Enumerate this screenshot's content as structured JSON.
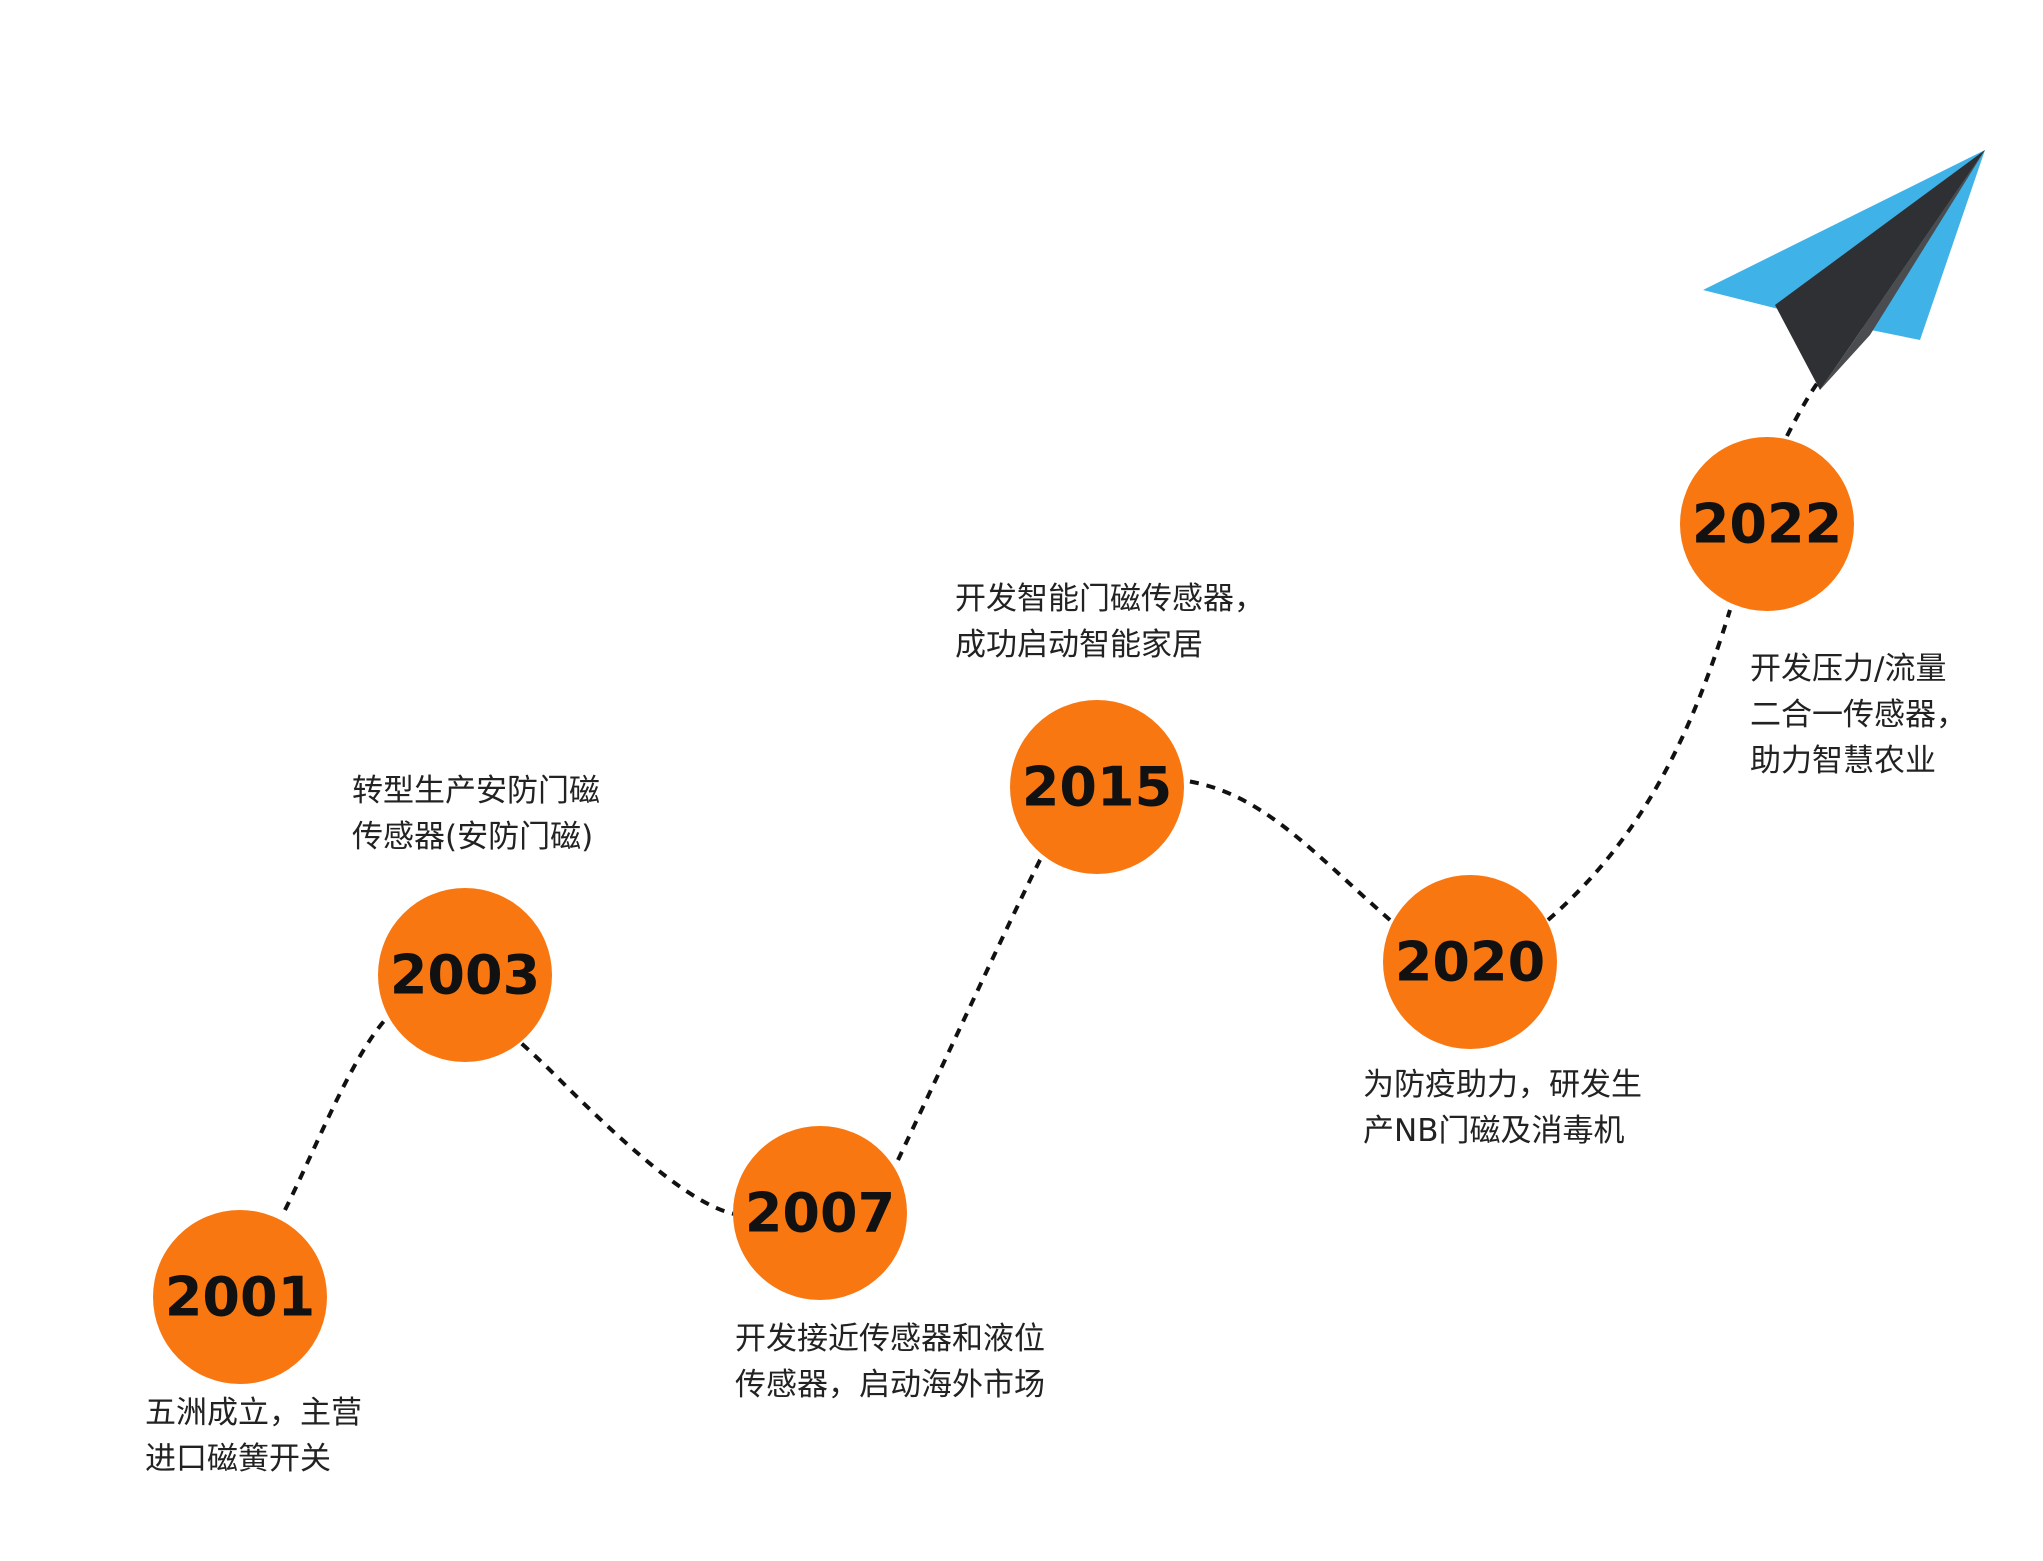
{
  "milestones": [
    {
      "year": "2001",
      "lines": [
        "五洲成立，主营",
        "进口磁簧开关"
      ]
    },
    {
      "year": "2003",
      "lines": [
        "转型生产安防门磁",
        "传感器(安防门磁)"
      ]
    },
    {
      "year": "2007",
      "lines": [
        "开发接近传感器和液位",
        "传感器，启动海外市场"
      ]
    },
    {
      "year": "2015",
      "lines": [
        "开发智能门磁传感器，",
        "成功启动智能家居"
      ]
    },
    {
      "year": "2020",
      "lines": [
        "为防疫助力，研发生",
        "产NB门磁及消毒机"
      ]
    },
    {
      "year": "2022",
      "lines": [
        "开发压力/流量",
        "二合一传感器，",
        "助力智慧农业"
      ]
    }
  ],
  "colors": {
    "node": "#f87711",
    "year_text": "#111111",
    "path": "#111111",
    "plane_light": "#3fb2e8",
    "plane_dark": "#2f3033",
    "plane_shade": "#4a4c50"
  },
  "icons": {
    "plane": "paper-plane-icon"
  }
}
